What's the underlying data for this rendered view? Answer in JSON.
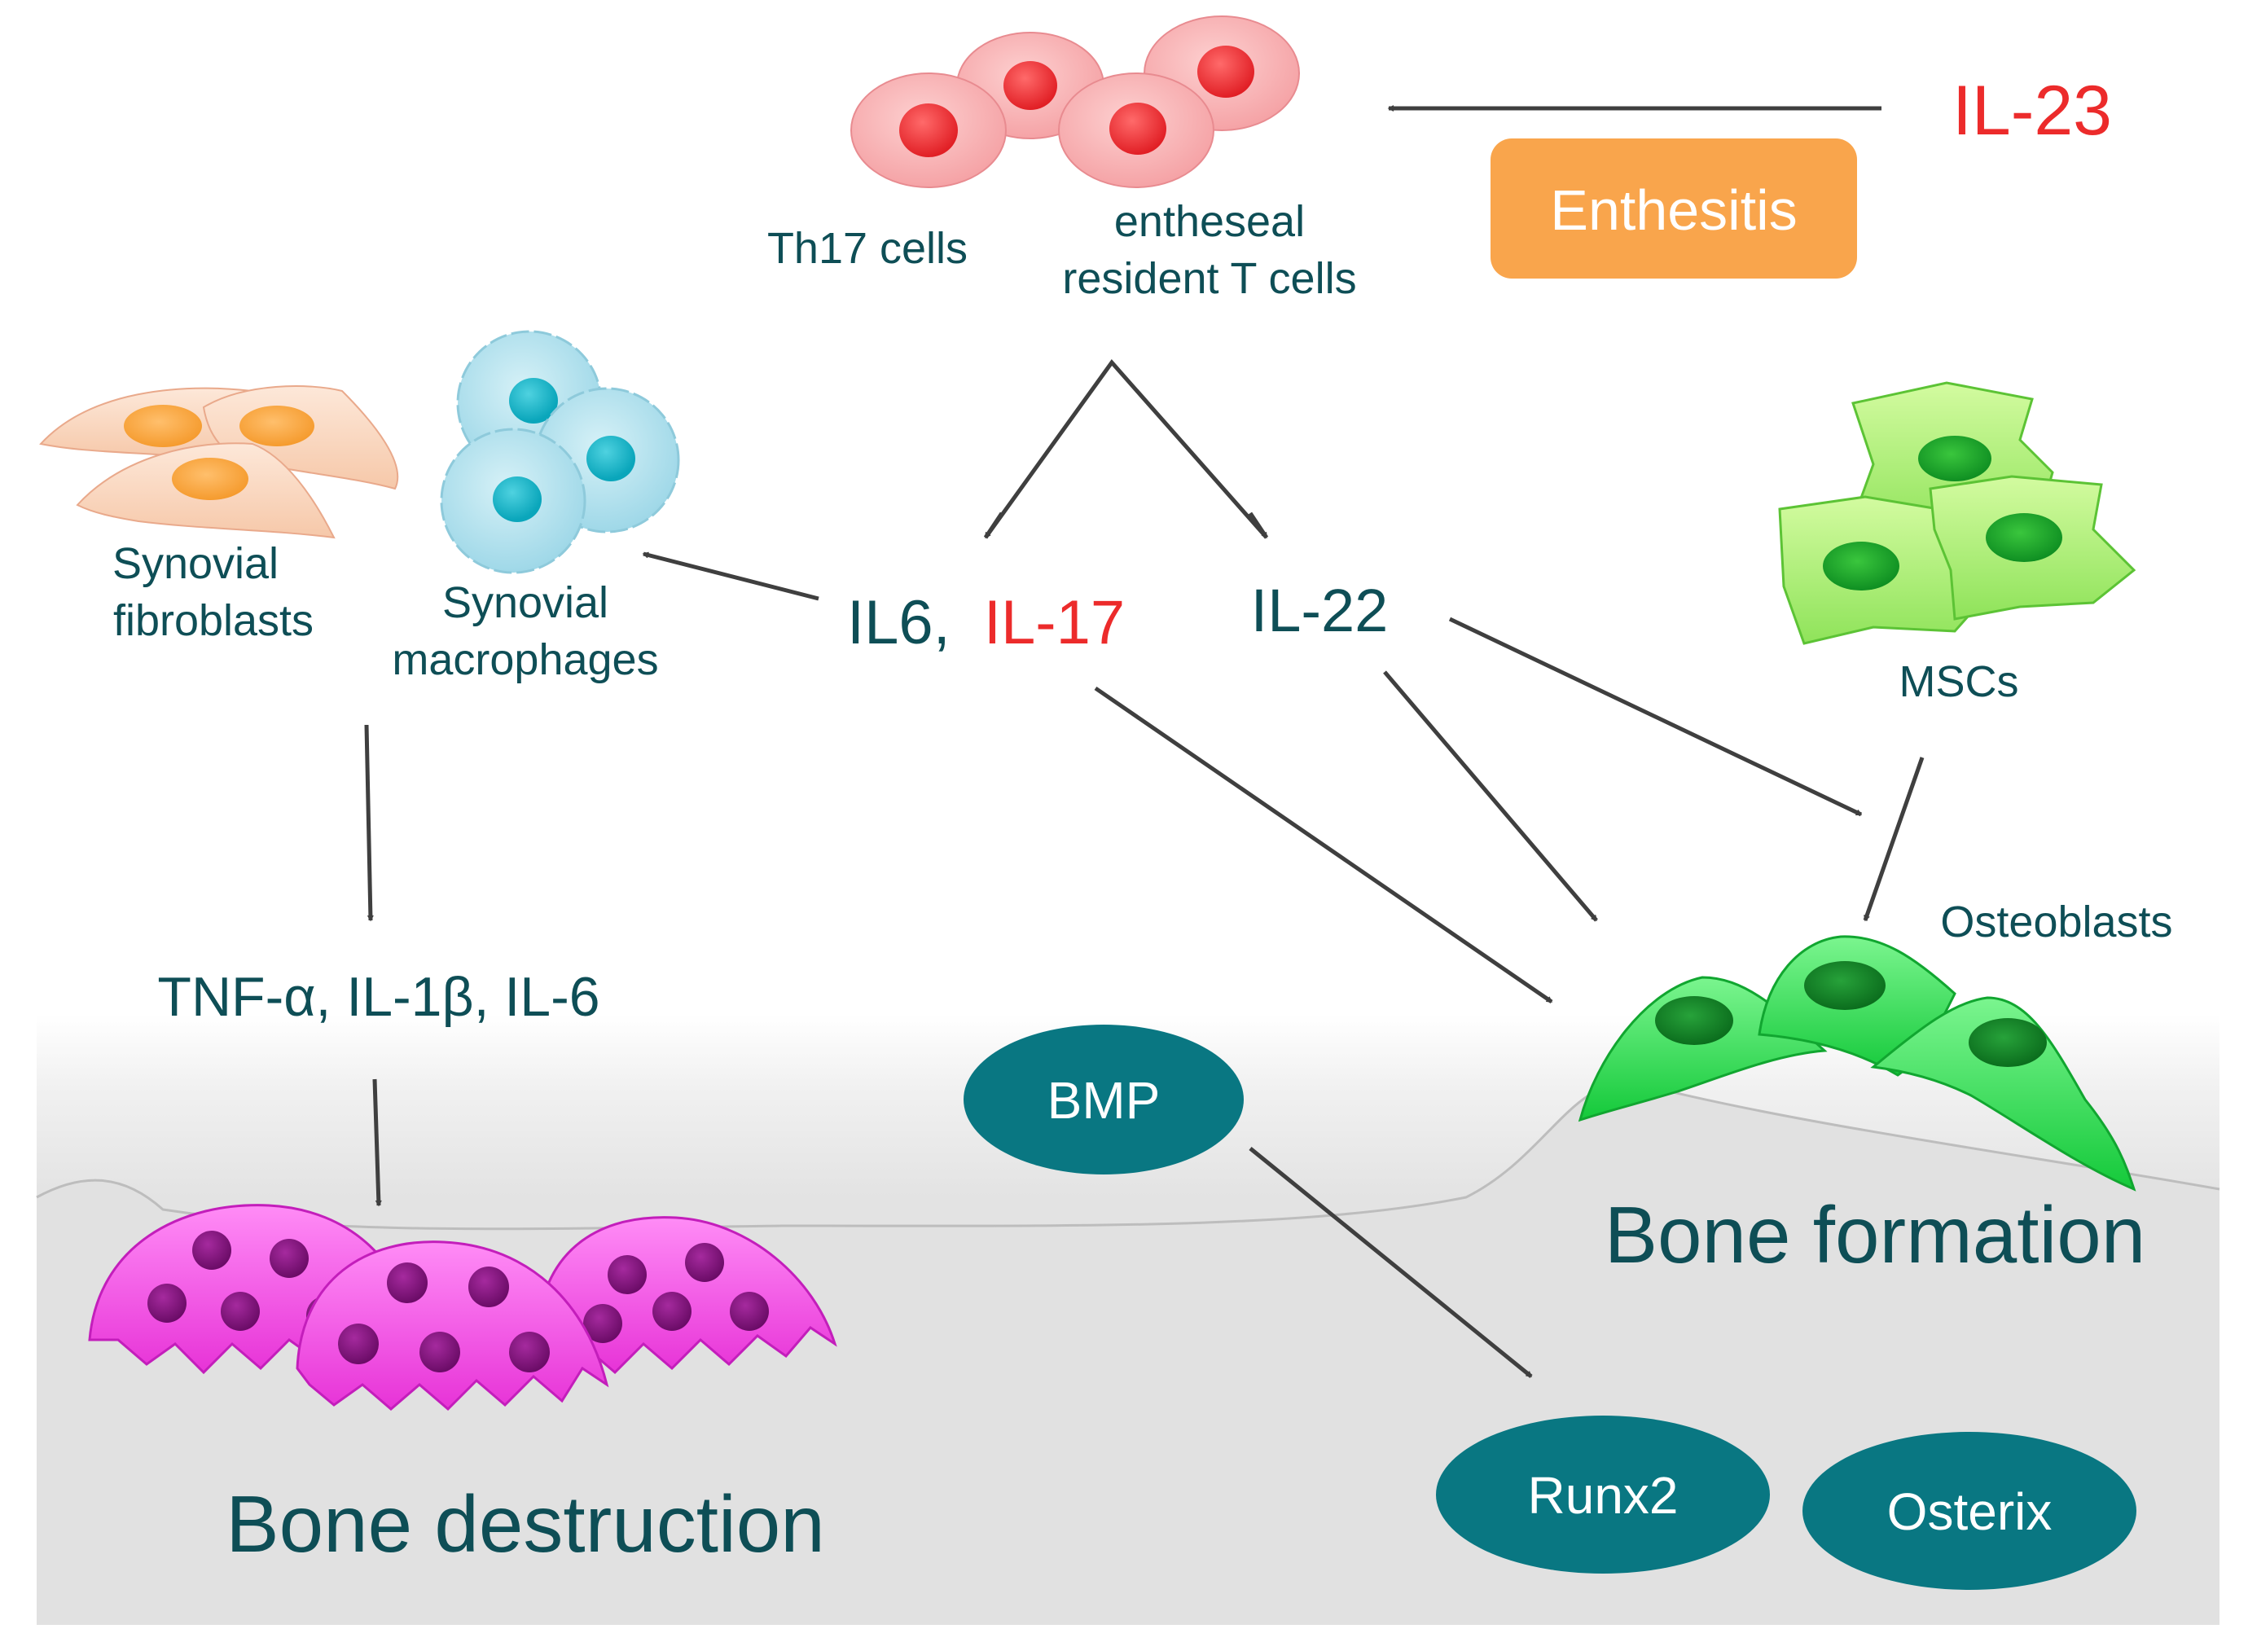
{
  "colors": {
    "text_teal": "#0e4e56",
    "text_red": "#ec2b2b",
    "badge_teal": "#097782",
    "enthesitis_orange": "#f9a54c",
    "bone_grey": "#e2e2e2",
    "arrow_grey": "#3f3f3f"
  },
  "labels": {
    "il23": "IL-23",
    "enthesitis": "Enthesitis",
    "th17": "Th17 cells",
    "entheseal_line1": "entheseal",
    "entheseal_line2": "resident T cells",
    "syn_fib_line1": "Synovial",
    "syn_fib_line2": "fibroblasts",
    "syn_mac_line1": "Synovial",
    "syn_mac_line2": "macrophages",
    "il6": "IL6,",
    "il17": "IL-17",
    "il22": "IL-22",
    "mscs": "MSCs",
    "osteoblasts": "Osteoblasts",
    "cytokines": "TNF-α, IL-1β, IL-6",
    "bmp": "BMP",
    "runx2": "Runx2",
    "osterix": "Osterix",
    "bone_formation": "Bone formation",
    "bone_destruction": "Bone destruction"
  }
}
